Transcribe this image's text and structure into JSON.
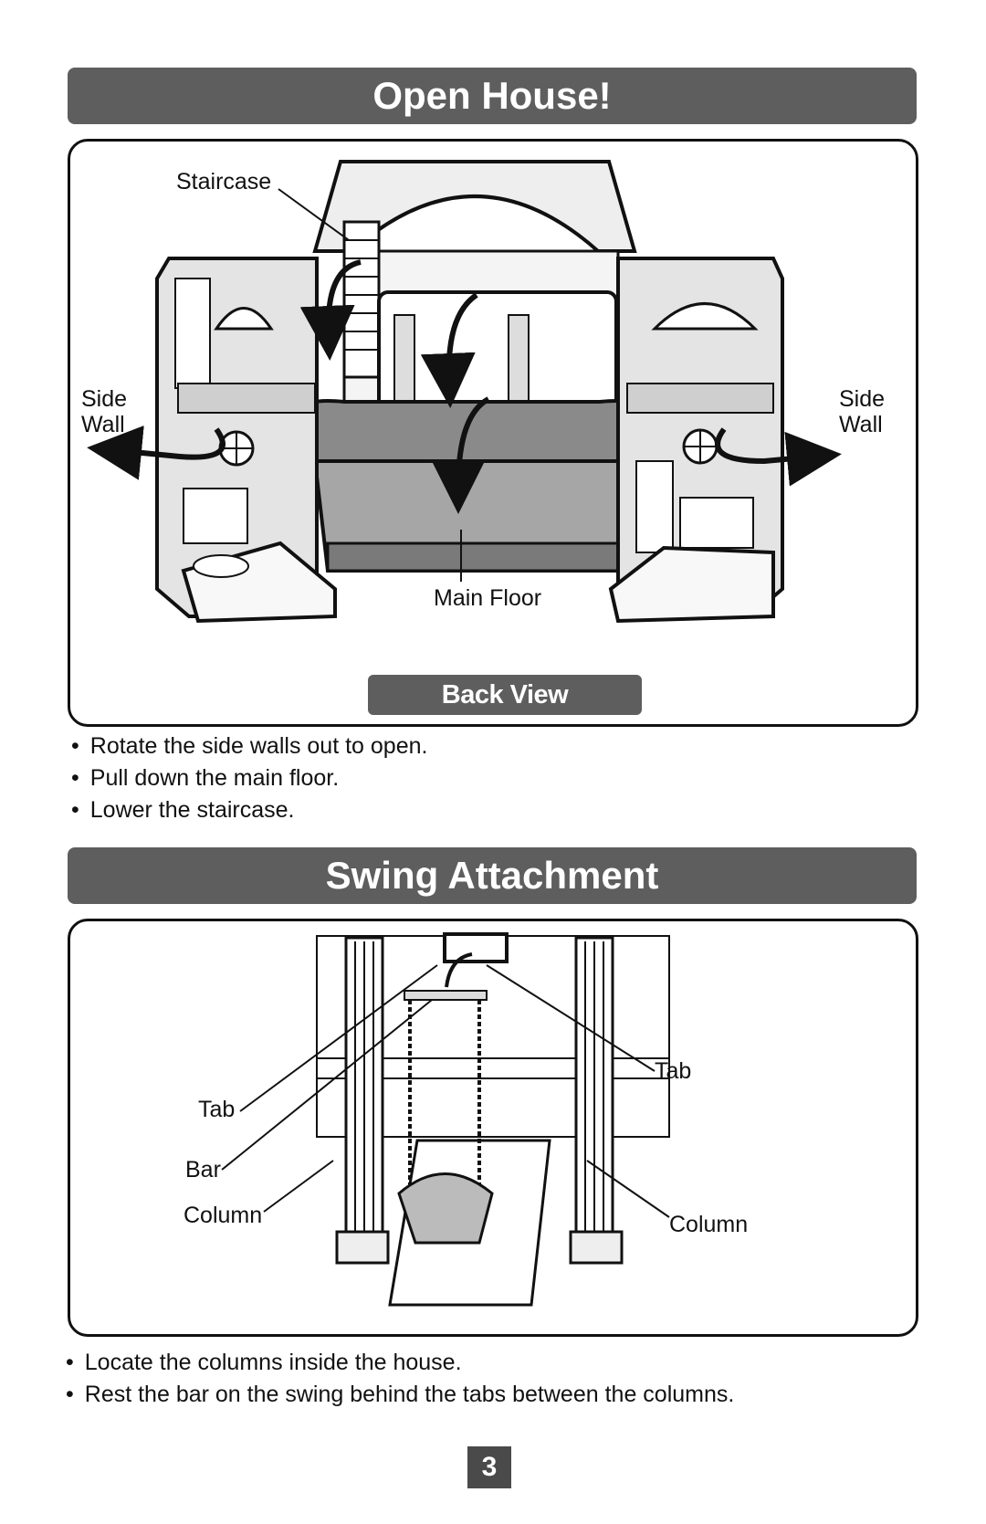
{
  "open_house": {
    "title": "Open House!",
    "labels": {
      "staircase": "Staircase",
      "side_wall_left": [
        "Side",
        "Wall"
      ],
      "side_wall_right": [
        "Side",
        "Wall"
      ],
      "main_floor": "Main Floor"
    },
    "badge": "Back View",
    "steps": [
      "Rotate the side walls out to open.",
      "Pull down the main floor.",
      "Lower the staircase."
    ]
  },
  "swing": {
    "title": "Swing Attachment",
    "labels": {
      "tab_left": "Tab",
      "tab_right": "Tab",
      "bar": "Bar",
      "column_left": "Column",
      "column_right": "Column"
    },
    "steps": [
      "Locate the columns inside the house.",
      "Rest the bar on the swing behind the tabs between the columns."
    ]
  },
  "page_number": "3"
}
